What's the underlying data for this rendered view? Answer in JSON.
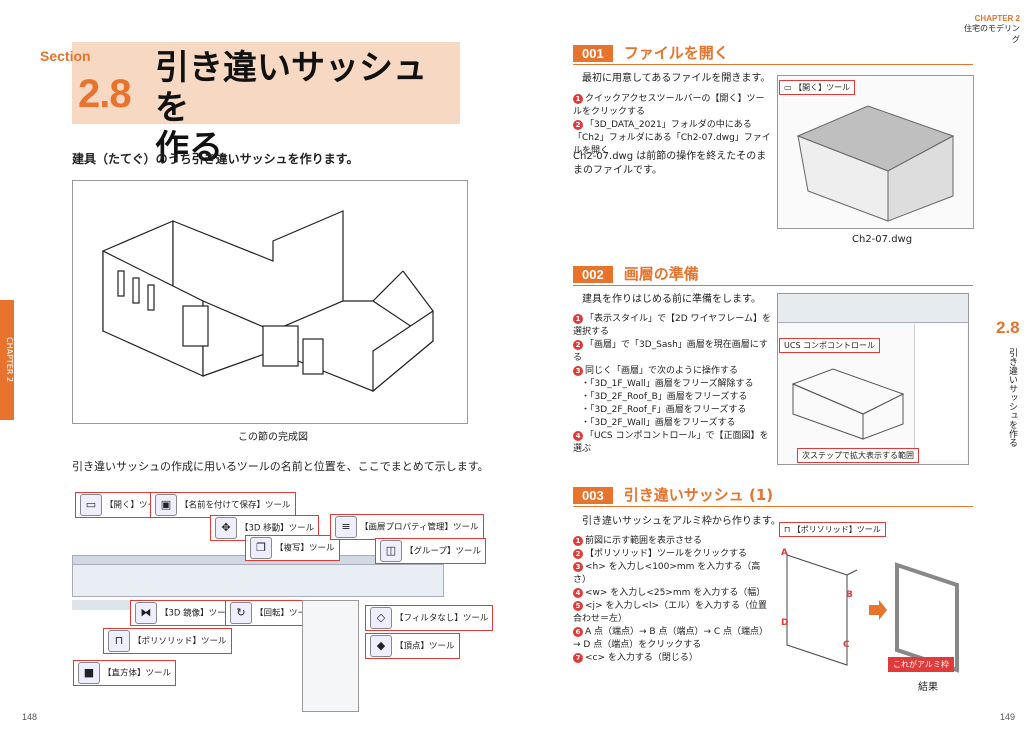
{
  "left_page": {
    "section_word": "Section",
    "section_num": "2.8",
    "title_line1": "引き違いサッシュを",
    "title_line2": "作る",
    "intro": "建具（たてぐ）のうち引き違いサッシュを作ります。",
    "figure_caption": "この節の完成図",
    "summary": "引き違いサッシュの作成に用いるツールの名前と位置を、ここでまとめて示します。",
    "side_tab": "CHAPTER 2",
    "page_number": "148",
    "callouts": {
      "open": "【開く】ツール",
      "save_as": "【名前を付けて保存】ツール",
      "move3d": "【3D 移動】ツール",
      "copy": "【複写】ツール",
      "layer_prop": "【画層プロパティ管理】ツール",
      "group": "【グループ】ツール",
      "mirror3d": "【3D 鏡像】ツール",
      "rotate": "【回転】ツール",
      "no_filter": "【フィルタなし】ツール",
      "polysolid": "【ポリソリッド】ツール",
      "vertex": "【頂点】ツール",
      "box": "【直方体】ツール"
    }
  },
  "right_page": {
    "chapter": "CHAPTER 2",
    "chapter_sub": "住宅のモデリング",
    "side_num": "2.8",
    "side_text": "引き違いサッシュを作る",
    "page_number": "149",
    "step1": {
      "num": "001",
      "title": "ファイルを開く",
      "lead": "最初に用意してあるファイルを開きます。",
      "items": [
        {
          "n": "1",
          "text": "クイックアクセスツールバーの【開く】ツールをクリックする"
        },
        {
          "n": "2",
          "text": "「3D_DATA_2021」フォルダの中にある「Ch2」フォルダにある「Ch2-07.dwg」ファイルを開く"
        }
      ],
      "note": "Ch2-07.dwg は前節の操作を終えたそのままのファイルです。",
      "callout": "【開く】ツール",
      "caption": "Ch2-07.dwg"
    },
    "step2": {
      "num": "002",
      "title": "画層の準備",
      "lead": "建具を作りはじめる前に準備をします。",
      "items": [
        {
          "n": "1",
          "text": "「表示スタイル」で【2D ワイヤフレーム】を選択する"
        },
        {
          "n": "2",
          "text": "「画層」で「3D_Sash」画層を現在画層にする"
        },
        {
          "n": "3",
          "text": "同じく「画層」で次のように操作する"
        },
        {
          "n": "",
          "text": "・「3D_1F_Wall」画層をフリーズ解除する"
        },
        {
          "n": "",
          "text": "・「3D_2F_Roof_B」画層をフリーズする"
        },
        {
          "n": "",
          "text": "・「3D_2F_Roof_F」画層をフリーズする"
        },
        {
          "n": "",
          "text": "・「3D_2F_Wall」画層をフリーズする"
        },
        {
          "n": "4",
          "text": "「UCS コンポコントロール」で【正面図】を選ぶ"
        }
      ],
      "callout1": "UCS コンポコントロール",
      "callout2": "次ステップで拡大表示する範囲"
    },
    "step3": {
      "num": "003",
      "title": "引き違いサッシュ (1)",
      "lead": "引き違いサッシュをアルミ枠から作ります。",
      "items": [
        {
          "n": "1",
          "text": "前図に示す範囲を表示させる"
        },
        {
          "n": "2",
          "text": "【ポリソリッド】ツールをクリックする"
        },
        {
          "n": "3",
          "text": "<h> を入力し<100>mm を入力する（高さ）"
        },
        {
          "n": "4",
          "text": "<w> を入力し<25>mm を入力する（幅）"
        },
        {
          "n": "5",
          "text": "<j> を入力し<l>（エル）を入力する（位置合わせ＝左）"
        },
        {
          "n": "6",
          "text": "A 点（端点）→ B 点（端点）→ C 点（端点）→ D 点（端点）をクリックする"
        },
        {
          "n": "7",
          "text": "<c> を入力する（閉じる）"
        }
      ],
      "callout": "【ポリソリッド】ツール",
      "label_a": "A",
      "label_b": "B",
      "label_c": "C",
      "label_d": "D",
      "frame_label": "これがアルミ枠",
      "caption": "結果"
    }
  }
}
